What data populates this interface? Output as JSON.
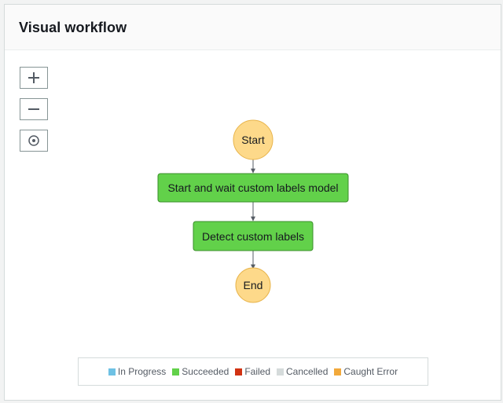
{
  "panel": {
    "title": "Visual workflow"
  },
  "controls": {
    "zoom_in_icon": "plus-icon",
    "zoom_out_icon": "minus-icon",
    "center_icon": "target-icon"
  },
  "workflow": {
    "nodes": [
      {
        "id": "start",
        "type": "terminal",
        "label": "Start"
      },
      {
        "id": "step1",
        "type": "task",
        "label": "Start and wait custom labels model",
        "status": "Succeeded"
      },
      {
        "id": "step2",
        "type": "task",
        "label": "Detect custom labels",
        "status": "Succeeded"
      },
      {
        "id": "end",
        "type": "terminal",
        "label": "End"
      }
    ],
    "colors": {
      "terminal_fill": "#fdd98a",
      "terminal_stroke": "#e8b44b",
      "task_fill": "#62d14a",
      "task_stroke": "#3a8f29",
      "edge": "#545b64"
    }
  },
  "legend": {
    "items": [
      {
        "label": "In Progress",
        "color": "#6ec1e4"
      },
      {
        "label": "Succeeded",
        "color": "#62d14a"
      },
      {
        "label": "Failed",
        "color": "#d13212"
      },
      {
        "label": "Cancelled",
        "color": "#d5dbdb"
      },
      {
        "label": "Caught Error",
        "color": "#f2a93b"
      }
    ]
  }
}
